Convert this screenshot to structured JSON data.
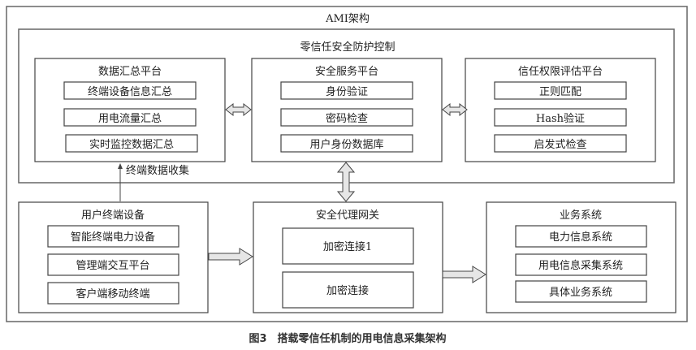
{
  "diagram": {
    "outer_title": "AMI架构",
    "zero_trust": {
      "title": "零信任安全防护控制",
      "platforms": [
        {
          "title": "数据汇总平台",
          "items": [
            "终端设备信息汇总",
            "用电流量汇总",
            "实时监控数据汇总"
          ]
        },
        {
          "title": "安全服务平台",
          "items": [
            "身份验证",
            "密码检查",
            "用户身份数据库"
          ]
        },
        {
          "title": "信任权限评估平台",
          "items": [
            "正则匹配",
            "Hash验证",
            "启发式检查"
          ]
        }
      ]
    },
    "collect_label": "终端数据收集",
    "user_terminal": {
      "title": "用户终端设备",
      "items": [
        "智能终端电力设备",
        "管理端交互平台",
        "客户端移动终端"
      ]
    },
    "gateway": {
      "title": "安全代理网关",
      "items": [
        "加密连接1",
        "加密连接"
      ]
    },
    "business": {
      "title": "业务系统",
      "items": [
        "电力信息系统",
        "用电信息采集系统",
        "具体业务系统"
      ]
    },
    "caption": "图3　搭载零信任机制的用电信息采集架构"
  }
}
